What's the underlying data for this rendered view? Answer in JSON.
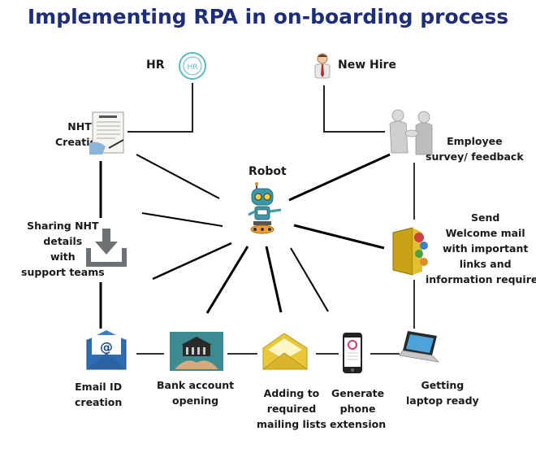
{
  "title": "Implementing RPA in on-boarding process",
  "hr_badge": "HR",
  "nodes": {
    "hr": "HR",
    "new_hire": "New Hire",
    "nht_creation": [
      "NHT",
      "Creation"
    ],
    "sharing_nht": [
      "Sharing NHT",
      "details",
      "with",
      "support teams"
    ],
    "email_id": [
      "Email ID",
      "creation"
    ],
    "bank_account": [
      "Bank account",
      "opening"
    ],
    "mailing_lists": [
      "Adding to",
      "required",
      "mailing lists"
    ],
    "phone_extension": [
      "Generate",
      "phone",
      "extension"
    ],
    "laptop": [
      "Getting",
      "laptop ready"
    ],
    "welcome_mail": [
      "Send",
      "Welcome mail",
      "with important",
      "links and",
      "information required"
    ],
    "employee_survey": [
      "Employee",
      "survey/ feedback"
    ],
    "robot": "Robot"
  },
  "colors": {
    "title": "#1e2d78",
    "line": "#000000",
    "hr_circle": "#5cb8c4"
  },
  "icons": [
    "hr-badge-icon",
    "new-hire-person-icon",
    "document-icon",
    "download-tray-icon",
    "email-icon",
    "bank-icon",
    "open-envelope-icon",
    "smartphone-icon",
    "laptop-icon",
    "folder-icon",
    "handshake-icon",
    "robot-icon"
  ]
}
